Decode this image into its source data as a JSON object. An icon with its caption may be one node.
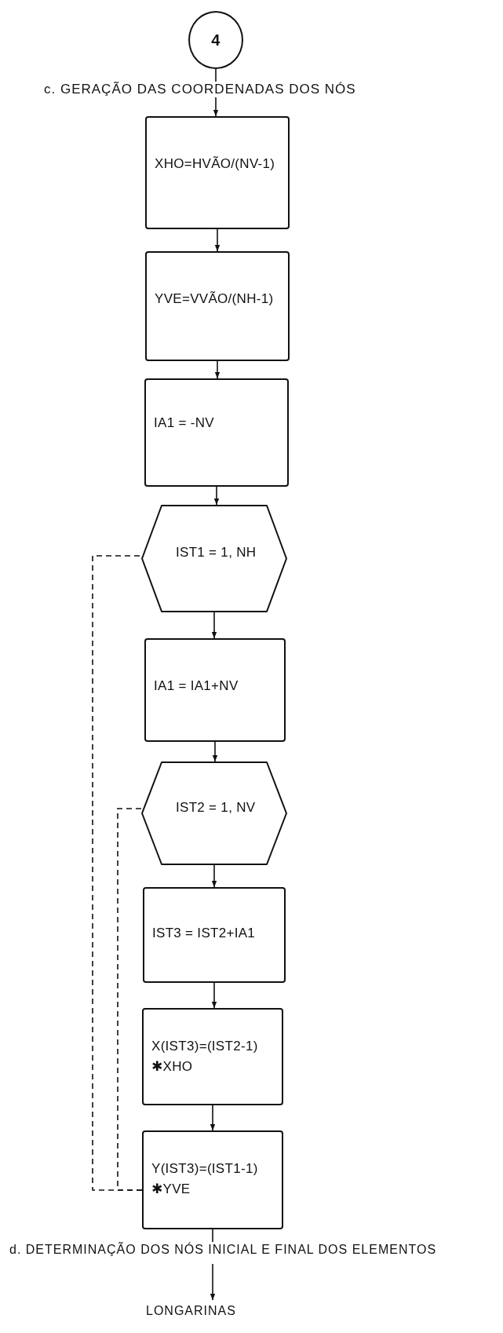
{
  "diagram": {
    "nodes": [
      {
        "text": [
          "4"
        ]
      },
      {
        "text": [
          "XHO=HVÃO/(NV-1)"
        ]
      },
      {
        "text": [
          "YVE=VVÃO/(NH-1)"
        ]
      },
      {
        "text": [
          "IA1 = -NV"
        ]
      },
      {
        "text": [
          "IST1 = 1, NH"
        ]
      },
      {
        "text": [
          "IA1 = IA1+NV"
        ]
      },
      {
        "text": [
          "IST2 = 1, NV"
        ]
      },
      {
        "text": [
          "IST3 = IST2+IA1"
        ]
      },
      {
        "text": [
          "X(IST3)=(IST2-1) ✱XHO"
        ]
      },
      {
        "text": [
          "Y(IST3)=(IST1-1) ✱YVE"
        ]
      },
      {
        "text": [
          "d. DETERMINAÇÃO DOS NÓS INICIAL E FINAL DOS ELEMENTOS"
        ]
      },
      {
        "text": [
          "LONGARINAS"
        ]
      }
    ],
    "edges": [
      {
        "from": 0,
        "to": 1,
        "arrow": "to"
      },
      {
        "from": 1,
        "to": 2,
        "arrow": "to"
      },
      {
        "from": 2,
        "to": 3,
        "arrow": "to"
      },
      {
        "from": 3,
        "to": 4,
        "arrow": "to"
      },
      {
        "from": 4,
        "to": 5,
        "arrow": "to"
      },
      {
        "from": 5,
        "to": 6,
        "arrow": "to"
      },
      {
        "from": 6,
        "to": 7,
        "arrow": "to"
      },
      {
        "from": 7,
        "to": 8,
        "arrow": "to"
      },
      {
        "from": 8,
        "to": 9,
        "arrow": "to"
      },
      {
        "from": 9,
        "to": 4,
        "arrow": "none",
        "style": "dashed"
      },
      {
        "from": 9,
        "to": 6,
        "arrow": "none",
        "style": "dashed"
      },
      {
        "from": 9,
        "to": 10,
        "arrow": "none"
      },
      {
        "from": 10,
        "to": 11,
        "arrow": "to"
      }
    ],
    "labels": [
      "c. GERAÇÃO DAS COORDENADAS DOS NÓS"
    ]
  }
}
